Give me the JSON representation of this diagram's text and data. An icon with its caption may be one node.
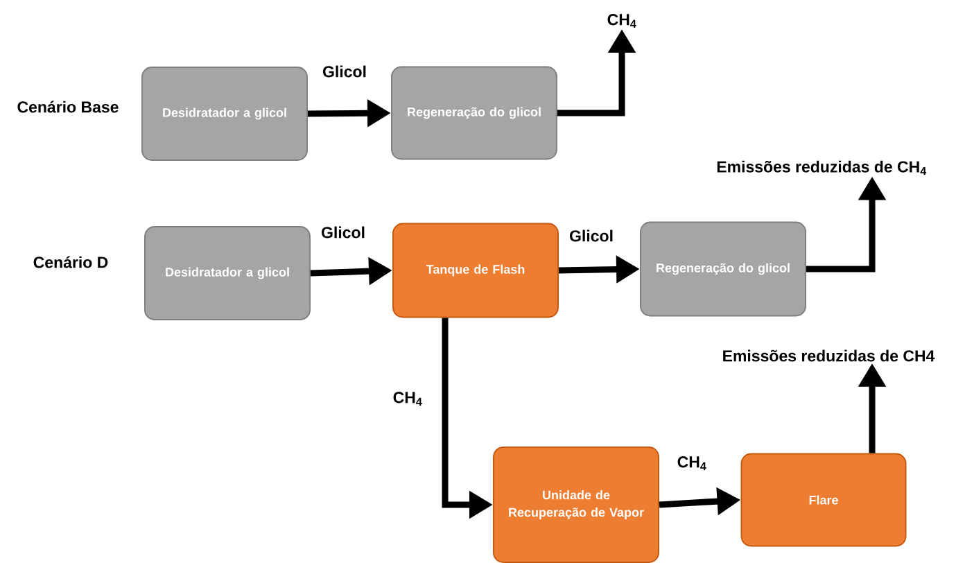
{
  "diagram": {
    "nodes": [
      {
        "text": [
          "Desidratador a glicol"
        ]
      },
      {
        "text": [
          "Regeneração do glicol"
        ]
      },
      {
        "text": [
          "CH$_{4}$"
        ]
      },
      {
        "text": [
          "Desidratador a glicol"
        ]
      },
      {
        "text": [
          "Tanque de Flash"
        ]
      },
      {
        "text": [
          "Regeneração do glicol"
        ]
      },
      {
        "text": [
          "Emissões reduzidas de CH$_{4}$"
        ]
      },
      {
        "text": [
          "Unidade de Recuperação de Vapor"
        ]
      },
      {
        "text": [
          "Flare"
        ]
      },
      {
        "text": [
          "Emissões reduzidas de CH4"
        ]
      }
    ],
    "edges": [
      {
        "from": 0,
        "to": 1,
        "arrow": "to",
        "label": "Glicol"
      },
      {
        "from": 1,
        "to": 2,
        "arrow": "to"
      },
      {
        "from": 3,
        "to": 4,
        "arrow": "to",
        "label": "Glicol"
      },
      {
        "from": 4,
        "to": 5,
        "arrow": "to",
        "label": "Glicol"
      },
      {
        "from": 5,
        "to": 6,
        "arrow": "to"
      },
      {
        "from": 4,
        "to": 7,
        "arrow": "to",
        "label": "CH$_{4}$"
      },
      {
        "from": 7,
        "to": 8,
        "arrow": "to",
        "label": "CH$_{4}$"
      },
      {
        "from": 8,
        "to": 9,
        "arrow": "to"
      }
    ],
    "labels": [
      "Cenário Base",
      "Cenário D"
    ]
  }
}
